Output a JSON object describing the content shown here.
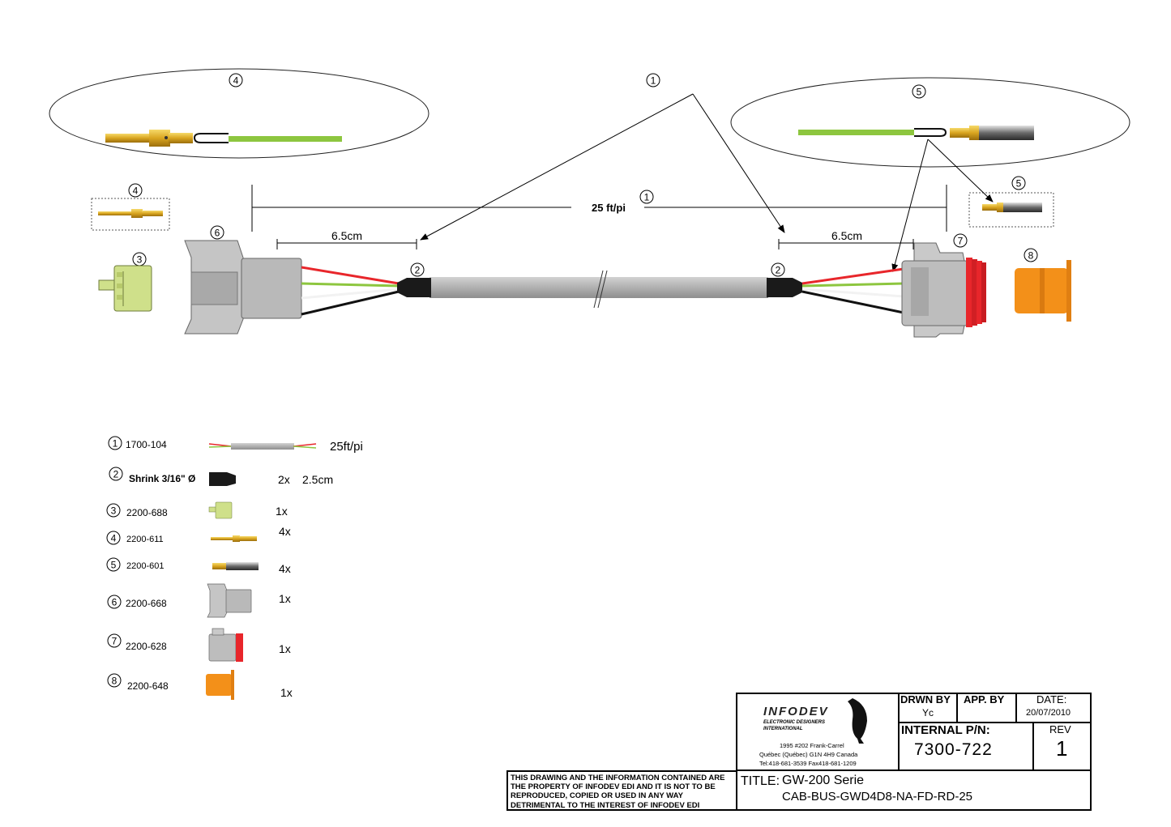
{
  "callouts": {
    "top_cable": "1",
    "left_pin_detail": "4",
    "right_socket_detail": "5",
    "left_pin_small": "4",
    "right_socket_small": "5",
    "length_marker": "1",
    "receptacle": "6",
    "wedge_lock_left": "3",
    "shrink_left": "2",
    "shrink_right": "2",
    "plug": "7",
    "wedge_lock_right": "8"
  },
  "dimensions": {
    "total_length": "25 ft/pi",
    "left_strip": "6.5cm",
    "right_strip": "6.5cm"
  },
  "bom": [
    {
      "num": "1",
      "part": "1700-104",
      "qty": "25ft/pi",
      "extra": ""
    },
    {
      "num": "2",
      "part": "Shrink 3/16\" Ø",
      "qty": "2x",
      "extra": "2.5cm"
    },
    {
      "num": "3",
      "part": "2200-688",
      "qty": "1x",
      "extra": ""
    },
    {
      "num": "4",
      "part": "2200-611",
      "qty": "4x",
      "extra": ""
    },
    {
      "num": "5",
      "part": "2200-601",
      "qty": "4x",
      "extra": ""
    },
    {
      "num": "6",
      "part": "2200-668",
      "qty": "1x",
      "extra": ""
    },
    {
      "num": "7",
      "part": "2200-628",
      "qty": "1x",
      "extra": ""
    },
    {
      "num": "8",
      "part": "2200-648",
      "qty": "1x",
      "extra": ""
    }
  ],
  "colors": {
    "green_wire": "#8dc63f",
    "red_wire": "#e8262b",
    "black_wire": "#111111",
    "white_wire": "#f2f2f2",
    "cable_gray": "#b9b9b9",
    "connector_gray": "#bdbdbd",
    "wedge_lock_green": "#cfe08a",
    "seal_red": "#e8262b",
    "boot_orange": "#f39019",
    "pin_gold": "#e2b42a"
  },
  "title_block": {
    "company": "INFODEV",
    "company_sub1": "ELECTRONIC DESIGNERS",
    "company_sub2": "INTERNATIONAL",
    "address1": "1995 #202 Frank-Carrel",
    "address2": "Québec (Québec) G1N 4H9 Canada",
    "address3": "Tel:418-681-3539  Fax418-681-1209",
    "drawn_by_label": "DRWN BY",
    "drawn_by": "Yc",
    "approved_by_label": "APP. BY",
    "approved_by": "",
    "date_label": "DATE:",
    "date": "20/07/2010",
    "internal_pn_label": "INTERNAL P/N:",
    "internal_pn": "7300-722",
    "rev_label": "REV",
    "rev": "1",
    "title_label": "TITLE:",
    "title": "GW-200 Serie",
    "subtitle": "CAB-BUS-GWD4D8-NA-FD-RD-25",
    "disclaimer": "THIS DRAWING AND THE INFORMATION CONTAINED ARE THE PROPERTY OF INFODEV EDI AND IT IS NOT TO BE REPRODUCED, COPIED OR USED IN ANY WAY DETRIMENTAL TO THE INTEREST OF INFODEV EDI"
  }
}
